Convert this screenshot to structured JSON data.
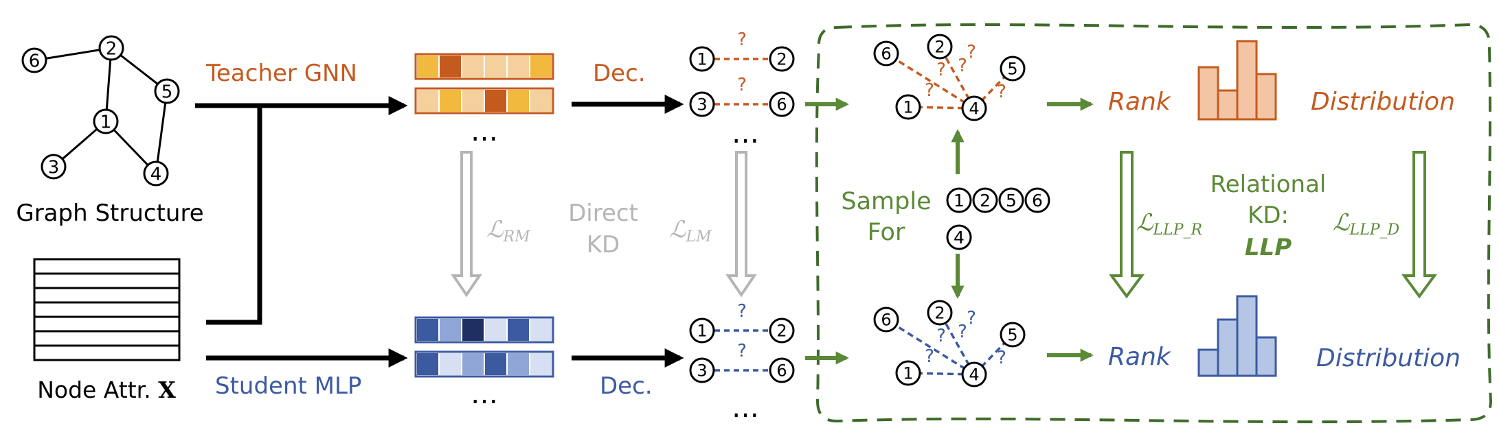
{
  "colors": {
    "teacher": "#c55a1f",
    "teacher_light": "#f4d19c",
    "teacher_mid": "#f2b93f",
    "student": "#3b5aa0",
    "student_light": "#d7e0f2",
    "student_mid": "#8fa6d6",
    "student_dark": "#1f2f62",
    "green": "#5b8a36",
    "gray": "#b5b5b5",
    "black": "#000000"
  },
  "graph": {
    "caption": "Graph Structure",
    "node_labels": [
      "6",
      "2",
      "5",
      "1",
      "3",
      "4"
    ]
  },
  "attributes": {
    "caption_prefix": "Node Attr. ",
    "caption_symbol": "X"
  },
  "teacher": {
    "label": "Teacher GNN"
  },
  "student": {
    "label": "Student MLP"
  },
  "ellipsis": "…",
  "decoder_label": "Dec.",
  "links": {
    "question": "?",
    "pair_top": [
      "1",
      "2"
    ],
    "pair_bottom": [
      "3",
      "6"
    ]
  },
  "direct_kd": {
    "line1": "Direct",
    "line2": "KD",
    "loss_rm": "ℒ",
    "loss_rm_sub": "RM",
    "loss_lm": "ℒ",
    "loss_lm_sub": "LM"
  },
  "sampling": {
    "line1": "Sample",
    "line2": "For",
    "nodes": [
      "1",
      "2",
      "5",
      "6"
    ],
    "anchor": "4"
  },
  "llp": {
    "rank_label": "Rank",
    "distribution_label": "Distribution",
    "relational_line1": "Relational",
    "relational_line2": "KD:",
    "relational_line3": "LLP",
    "loss_r": "ℒ",
    "loss_r_sub": "LLP_R",
    "loss_d": "ℒ",
    "loss_d_sub": "LLP_D"
  },
  "icons": [
    "arrow-icon",
    "hollow-arrow-icon",
    "histogram-icon",
    "graph-icon",
    "embedding-icon"
  ]
}
